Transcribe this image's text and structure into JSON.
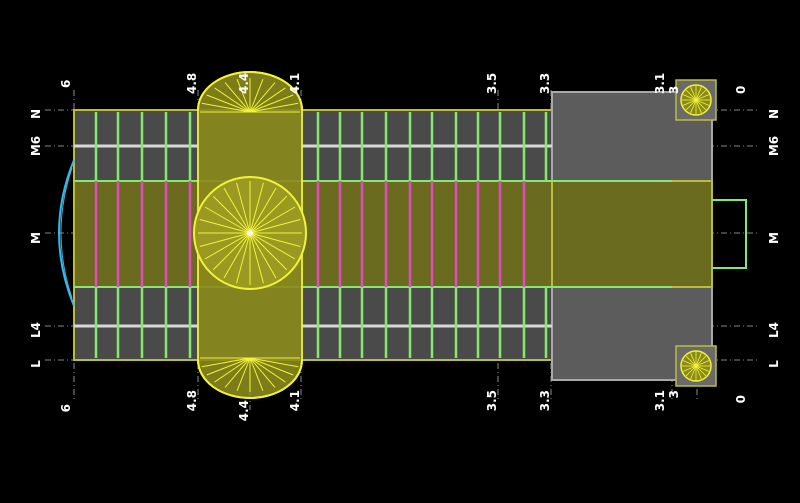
{
  "plan": {
    "colors": {
      "background": "#000000",
      "roof_fill": "#6b6b20",
      "roof_outline": "#bcbc3c",
      "beam": "#86e86e",
      "pink_beam": "#e24ac0",
      "dome_fill": "#8a8a1c",
      "dome_line": "#f2f23c",
      "sanctuary_fill": "#5c5c5c",
      "apse_arc": "#3ab7e6",
      "tower": "#6a6a6a",
      "grid_line": "#cfcfcf",
      "label": "#ffffff"
    },
    "top_axis_labels": [
      "6",
      "4.8",
      "4.4",
      "4.1",
      "3.5",
      "3.3",
      "3.1",
      "3",
      "0"
    ],
    "bottom_axis_labels": [
      "6",
      "4.8",
      "4.4",
      "4.1",
      "3.5",
      "3.3",
      "3.1",
      "3",
      "0"
    ],
    "left_axis_labels": [
      "N",
      "M6",
      "M",
      "L4",
      "L"
    ],
    "right_axis_labels": [
      "N",
      "M6",
      "M",
      "L4",
      "L"
    ]
  }
}
